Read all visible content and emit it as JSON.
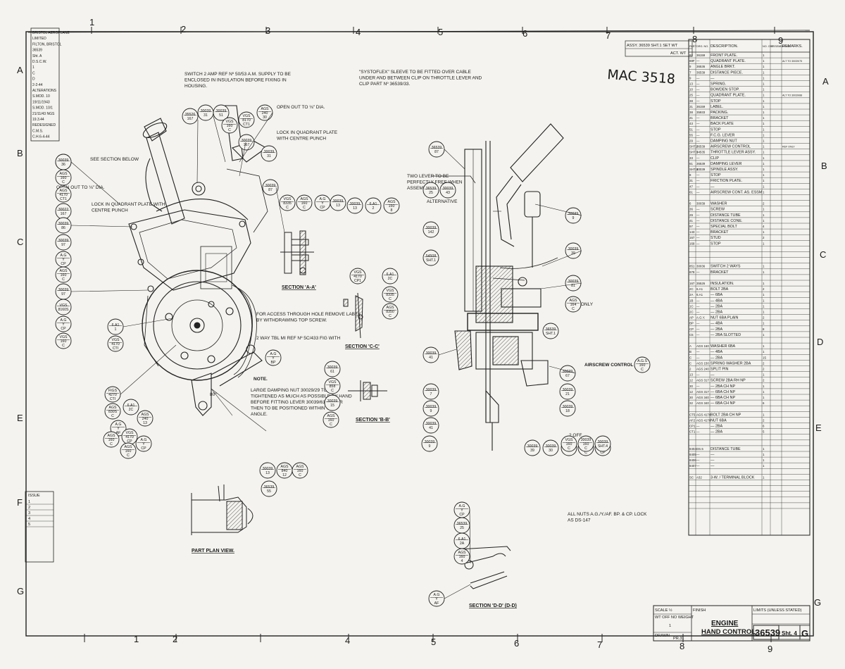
{
  "sheet": {
    "handwritten_number": "MAC 3518",
    "title_line1": "ENGINE",
    "title_line2": "HAND CONTROL.",
    "drawing_number": "36539",
    "sheet_label": "Sht. 4",
    "sheet_letter": "G",
    "scale_label": "SCALE ½",
    "finish_label": "FINISH",
    "limits_label": "LIMITS (UNLESS STATED)",
    "wt_label": "WT OFF NO WEIGHT",
    "wt_value": "1",
    "drawn_label": "DRAWN",
    "drawn_value": "PR.31",
    "assy_ref": "ASSY. 36539 SHT.1 SET WT",
    "act_wt": "ACT. WT",
    "col_numbers": [
      "1",
      "2",
      "3",
      "4",
      "5",
      "6",
      "7",
      "8",
      "9"
    ],
    "row_letters": [
      "A",
      "B",
      "C",
      "D",
      "E",
      "F",
      "G"
    ]
  },
  "left_strip": {
    "lines": [
      "BRISTOL AEROPLANE",
      "LIMITED",
      "FILTON, BRISTOL",
      "36539",
      "Sht. A",
      "D.S.C.W.",
      "1",
      "C",
      "D",
      "2-2-44",
      "ALTERATIONS",
      "S.MOD. 10",
      "19/11/1943",
      "S.MOD. 10/1",
      "21/11/43 NGS",
      "19.3.44",
      "REDESIGNED",
      "C.M.S.",
      "C.H.6-4-44"
    ]
  },
  "notes": {
    "switch": "SWITCH 2 AMP REF Nº 50/53 A.M. SUPPLY TO BE ENCLOSED IN INSULATION BEFORE FIXING IN HOUSING.",
    "systoflex": "\"SYSTOFLEX\" SLEEVE TO BE FITTED OVER CABLE UNDER AND BETWEEN CLIP ON THROTTLE LEVER AND CLIP PART Nº 36539/33.",
    "open_out": "OPEN OUT TO ⅛\" DIA.",
    "lock_plate": "LOCK IN QUADRANT PLATE WITH CENTRE PUNCH",
    "lock_plate_2": "LOCK IN QUADRANT PLATE WITH CENTRE PUNCH",
    "see_section": "SEE SECTION BELOW",
    "open_out_2": "OPEN OUT TO ⅛\" DIA.",
    "two_levers": "TWO LEVER TO BE PERFECTLY FREE WHEN ASSEMBLED.",
    "alternative": "ALTERNATIVE",
    "access": "FOR ACCESS THROUGH HOLE REMOVE LABEL BY WITHDRAWING TOP SCREW.",
    "bwiring": "2 WAY TBL MI REF Nº 5C/433 FIG WITH",
    "note_title": "NOTE.",
    "note_body": "LARGE DAMPING NUT 30029/29 TO BE TIGHTENED AS MUCH AS POSSIBLE BY HAND BEFORE FITTING LEVER 30039/61. LEVER THEN TO BE POSITIONED WITHIN THIS ANGLE.",
    "ref_only": "REF ONLY",
    "airscrew": "AIRSCREW CONTROL",
    "nuts_lock": "ALL NUTS A.G./Y./AF. BP. & CP. LOCK AS DS-147",
    "angle": "80°",
    "two_off": "2 OFF",
    "issue": "ISSUE"
  },
  "section_titles": {
    "a": "SECTION 'A-A'",
    "b": "SECTION 'B-B'",
    "c": "SECTION 'C-C'",
    "d": "SECTION 'D-D' (D-D)",
    "plan": "PART PLAN VIEW."
  },
  "balloons": [
    [
      "30039",
      "13"
    ],
    [
      "AGS",
      "160",
      "C"
    ],
    [
      "AGS",
      "4170",
      "CT1"
    ],
    [
      "30022",
      "167"
    ],
    [
      "30039",
      "86"
    ],
    [
      "30039",
      "97"
    ],
    [
      "A.G",
      "Y",
      "CP"
    ],
    [
      "AGS",
      "160",
      "C"
    ],
    [
      "30039",
      "97"
    ],
    [
      "VGS",
      "8160S"
    ],
    [
      "A.G",
      "Y",
      "CP"
    ],
    [
      "VGS",
      "160",
      "C"
    ],
    [
      "6.A1",
      "1"
    ],
    [
      "VGS",
      "4170",
      "CTI"
    ],
    [
      "FIGS",
      "4270",
      "CTI"
    ],
    [
      "AGS",
      "830S",
      "C"
    ],
    [
      "6.A1",
      "2C"
    ],
    [
      "AGS",
      "240",
      "13"
    ],
    [
      "A.G",
      "Y",
      "AF"
    ],
    [
      "VGS",
      "4170",
      "CP"
    ],
    [
      "AGS",
      "160",
      "C"
    ],
    [
      "A.G",
      "Y",
      "CP"
    ],
    [
      "AGS",
      "160",
      "C"
    ],
    [
      "35526",
      "167"
    ],
    [
      "30039",
      "31"
    ],
    [
      "30039",
      "51"
    ],
    [
      "AGS",
      "240",
      "30"
    ],
    [
      "VGS",
      "8170",
      "CT1"
    ],
    [
      "VGS",
      "160",
      "C"
    ],
    [
      "30039",
      "167"
    ],
    [
      "30039",
      "31"
    ],
    [
      "30039",
      "87"
    ],
    [
      "VGS",
      "8335",
      "C"
    ],
    [
      "AGS",
      "160",
      "C"
    ],
    [
      "A.G",
      "Y",
      "CP"
    ],
    [
      "30039",
      "13"
    ],
    [
      "30039",
      "13"
    ],
    [
      "6.A1",
      "2"
    ],
    [
      "AGS",
      "150",
      "8"
    ],
    [
      "A.G",
      "Y",
      "BP"
    ],
    [
      "30039",
      "61"
    ],
    [
      "VGS",
      "858",
      "C"
    ],
    [
      "30039",
      "15"
    ],
    [
      "AGS",
      "160",
      "C"
    ],
    [
      "VGS",
      "4170",
      "CP1"
    ],
    [
      "6.A1",
      "2C"
    ],
    [
      "VGS",
      "8335",
      "C"
    ],
    [
      "AGS",
      "8350",
      "C"
    ],
    [
      "30039",
      "13"
    ],
    [
      "AGS",
      "840",
      "12"
    ],
    [
      "AGS",
      "160",
      "C"
    ],
    [
      "36539",
      "55"
    ],
    [
      "36539",
      "87"
    ],
    [
      "36539",
      "25"
    ],
    [
      "30039",
      "43"
    ],
    [
      "30039",
      "142"
    ],
    [
      "54508",
      "SHT.1"
    ],
    [
      "30039",
      "9"
    ],
    [
      "30039",
      "41"
    ],
    [
      "30039",
      "39"
    ],
    [
      "30039",
      "81"
    ],
    [
      "AGS",
      "164",
      "C"
    ],
    [
      "36539",
      "SHT.1"
    ],
    [
      "30039",
      "7"
    ],
    [
      "30039",
      "9"
    ],
    [
      "30039",
      "41"
    ],
    [
      "30039",
      "9"
    ],
    [
      "30039",
      "67"
    ],
    [
      "30039",
      "21"
    ],
    [
      "30039",
      "18"
    ],
    [
      "30039",
      "39"
    ],
    [
      "30039",
      "30"
    ],
    [
      "30039",
      "41"
    ],
    [
      "AGS",
      "160",
      "C"
    ],
    [
      "A.G",
      "Y",
      "CP"
    ],
    [
      "A.G.S",
      "160",
      "C"
    ],
    [
      "30039",
      "SHT.4"
    ],
    [
      "30039",
      "160",
      "C"
    ],
    [
      "VGS",
      "160",
      "C"
    ],
    [
      "A.G",
      "Y",
      "CP"
    ],
    [
      "36539",
      "25"
    ],
    [
      "6.A1",
      "2A"
    ],
    [
      "AGS",
      "160",
      "4"
    ],
    [
      "A.G",
      "Y",
      "AF"
    ],
    [
      "30039",
      "36"
    ]
  ],
  "parts_table": {
    "headers": [
      "PART",
      "DRG. NO.",
      "DESCRIPTION.",
      "NO. OFF",
      "ASSEMBLY ON",
      "REMARKS."
    ],
    "rows": [
      [
        "82",
        "36159",
        "FRONT PLATE.",
        "1",
        "",
        ""
      ],
      [
        "88F",
        "—",
        "QUADRANT PLATE.",
        "1",
        "",
        "ALT TO 30039/75"
      ],
      [
        "9",
        "36536",
        "ANGLE BRKT.",
        "1",
        "",
        ""
      ],
      [
        "7",
        "36539",
        "DISTANCE PIECE.",
        "1",
        "",
        ""
      ],
      [
        "9",
        "—",
        "—",
        "1",
        "",
        ""
      ],
      [
        "13",
        "—",
        "SPRING.",
        "1",
        "",
        ""
      ],
      [
        "10",
        "—",
        "BOWDEN STOP.",
        "1",
        "",
        ""
      ],
      [
        "25",
        "—",
        "QUADRANT PLATE.",
        "1",
        "",
        "ALT TO 30039/88"
      ],
      [
        "38",
        "—",
        "STOP",
        "1",
        "",
        ""
      ],
      [
        "31",
        "36159",
        "LABEL.",
        "1",
        "",
        ""
      ],
      [
        "38",
        "35933",
        "PACKING.",
        "1",
        "",
        ""
      ],
      [
        "41",
        "—",
        "BRACKET",
        "1",
        "",
        ""
      ],
      [
        "43",
        "—",
        "BACK PLATE",
        "1",
        "",
        ""
      ],
      [
        "51",
        "—",
        "STOP",
        "1",
        "",
        ""
      ],
      [
        "55",
        "—",
        "F.C.G. LEVER",
        "1",
        "",
        ""
      ],
      [
        "29",
        "—",
        "DAMPING NUT",
        "1",
        "",
        ""
      ],
      [
        "SHT.2",
        "36539",
        "AIRSCREW CONTROL",
        "1",
        "",
        "REF ONLY"
      ],
      [
        "SHT.3",
        "34535",
        "THROTTLE LEVER ASSY.",
        "1",
        "",
        ""
      ],
      [
        "33",
        "—",
        "CLIP",
        "1",
        "",
        ""
      ],
      [
        "61",
        "36539",
        "DAMPING LEVER",
        "1",
        "",
        ""
      ],
      [
        "SHT.4",
        "30039",
        "SPINDLE ASSY.",
        "1",
        "",
        ""
      ],
      [
        "8",
        "—",
        "STOP",
        "1",
        "",
        ""
      ],
      [
        "31",
        "—",
        "FRICTION PLATE.",
        "1",
        "",
        ""
      ],
      [
        "47",
        "—",
        "—",
        "1",
        "",
        ""
      ],
      [
        "61",
        "—",
        "AIRSCREW CONT. AS. ESSM",
        "1",
        "",
        ""
      ],
      [
        "",
        "",
        "",
        "",
        "",
        ""
      ],
      [
        "6",
        "30039",
        "WASHER",
        "2",
        "",
        ""
      ],
      [
        "36",
        "—",
        "SCREW",
        "1",
        "",
        ""
      ],
      [
        "29",
        "—",
        "DISTANCE TUBE",
        "1",
        "",
        ""
      ],
      [
        "41",
        "—",
        "DISTANCE CONE.",
        "1",
        "",
        ""
      ],
      [
        "97",
        "—",
        "SPECIAL BOLT",
        "4",
        "",
        ""
      ],
      [
        "143",
        "—",
        "BRACKET",
        "1",
        "",
        ""
      ],
      [
        "167",
        "—",
        "STUD",
        "2",
        "",
        ""
      ],
      [
        "169",
        "—",
        "STOP",
        "1",
        "",
        ""
      ],
      [
        "",
        "",
        "",
        "",
        "",
        ""
      ],
      [
        "",
        "",
        "",
        "",
        "",
        ""
      ],
      [
        "",
        "",
        "",
        "",
        "",
        ""
      ],
      [
        "851",
        "30036",
        "SWITCH 2 WAYS",
        "1",
        "",
        ""
      ],
      [
        "879",
        "—",
        "BRACKET",
        "1",
        "",
        ""
      ],
      [
        "",
        "",
        "",
        "",
        "",
        ""
      ],
      [
        "167",
        "35526",
        "INSULATION.",
        "1",
        "",
        ""
      ],
      [
        "2C",
        "6.A1",
        "BOLT 2BA",
        "2",
        "",
        ""
      ],
      [
        "2A",
        "6.A1",
        "— 6BA",
        "1",
        "",
        ""
      ],
      [
        "1B",
        "—",
        "— 4BA",
        "1",
        "",
        ""
      ],
      [
        "1C",
        "—",
        "— 2BA",
        "1",
        "",
        ""
      ],
      [
        "2C",
        "—",
        "— 2BA",
        "1",
        "",
        ""
      ],
      [
        "AP",
        "A.G.Y.",
        "NUT 6BA PLAIN",
        "2",
        "",
        ""
      ],
      [
        "BP",
        "—",
        "— 4BA",
        "1",
        "",
        ""
      ],
      [
        "CP",
        "—",
        "— 2BA",
        "8",
        "",
        ""
      ],
      [
        "C5",
        "—",
        "— 2BA SLOTTED",
        "1",
        "",
        ""
      ],
      [
        "",
        "",
        "",
        "",
        "",
        ""
      ],
      [
        "A",
        "AGS 160",
        "WASHER 6BA",
        "1",
        "",
        ""
      ],
      [
        "B",
        "—",
        "— 4BA",
        "1",
        "",
        ""
      ],
      [
        "C",
        "—",
        "— 2BA",
        "15",
        "",
        ""
      ],
      [
        "C",
        "AGS 150",
        "SPRING WASHER 2BA",
        "2",
        "",
        ""
      ],
      [
        "2",
        "AGS 240",
        "SPLIT PIN",
        "2",
        "",
        ""
      ],
      [
        "13",
        "—",
        "—",
        "1",
        "",
        ""
      ],
      [
        "12",
        "AGS 317",
        "SCREW 2BA RH NP",
        "2",
        "",
        ""
      ],
      [
        "30",
        "—",
        "— 2BA CH NP",
        "1",
        "",
        ""
      ],
      [
        "12",
        "AGS 317",
        "— 6BA CH NP",
        "1",
        "",
        ""
      ],
      [
        "30",
        "AGS 340",
        "— 6BA CH NP",
        "1",
        "",
        ""
      ],
      [
        "32",
        "AGS 340",
        "— 6BA CH NP",
        "6",
        "",
        ""
      ],
      [
        "",
        "",
        "",
        "",
        "",
        ""
      ],
      [
        "CT5",
        "AGS 4170",
        "BOLT 2BA CH NP",
        "1",
        "",
        ""
      ],
      [
        "AF2",
        "AGS 4170",
        "NUT 6BA",
        "2",
        "",
        ""
      ],
      [
        "CP1",
        "—",
        "— 2BA",
        "6",
        "",
        ""
      ],
      [
        "CT1",
        "—",
        "— 2BA",
        "5",
        "",
        ""
      ],
      [
        "",
        "",
        "",
        "",
        "",
        ""
      ],
      [
        "",
        "",
        "",
        "",
        "",
        ""
      ],
      [
        "8404",
        "DS.5",
        "DISTANCE TUBE",
        "1",
        "",
        ""
      ],
      [
        "8405",
        "—",
        "—",
        "1",
        "",
        ""
      ],
      [
        "8406",
        "—",
        "—",
        "1",
        "",
        ""
      ],
      [
        "8407",
        "—",
        "—",
        "1",
        "",
        ""
      ],
      [
        "",
        "",
        "",
        "",
        "",
        ""
      ],
      [
        "SC",
        "A32",
        "3-W. / TERMINAL BLOCK",
        "1",
        "",
        ""
      ],
      [
        "",
        "",
        "",
        "",
        "",
        ""
      ],
      [
        "",
        "",
        "",
        "",
        "",
        ""
      ],
      [
        "",
        "",
        "",
        "",
        "",
        ""
      ],
      [
        "",
        "",
        "",
        "",
        "",
        ""
      ],
      [
        "",
        "",
        "",
        "",
        "",
        ""
      ]
    ]
  },
  "issue_rows": [
    "1",
    "2",
    "3",
    "4",
    "5"
  ]
}
